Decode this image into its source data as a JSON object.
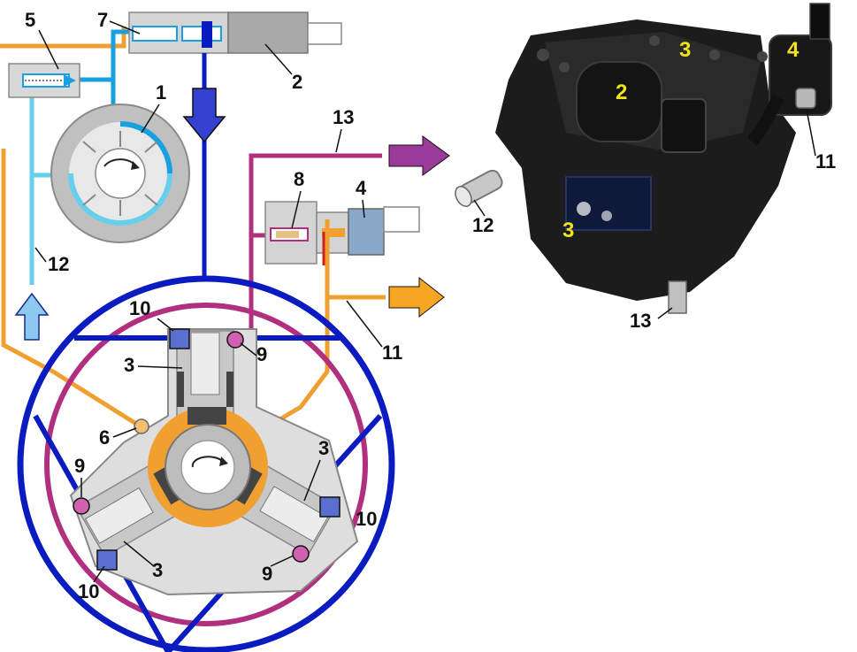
{
  "colors": {
    "low_pressure_blue": "#1aa0e0",
    "feed_cyan": "#66d0ec",
    "high_pressure_blue": "#0a1cc0",
    "return_orange": "#f0a030",
    "rail_magenta": "#b0307f",
    "arrow_high": "#3340d0",
    "arrow_rail": "#9a3a9a",
    "arrow_return": "#f6a623",
    "arrow_feed": "#8cc8f0",
    "pump_body": "#1c1c1c",
    "photo_label": "#f2e21a"
  },
  "icons": {
    "down_arrow": "down-arrow-icon",
    "right_arrow": "right-arrow-icon",
    "up_arrow": "up-arrow-icon",
    "rotation": "rotation-arrow-icon"
  },
  "labels": {
    "n1": "1",
    "n2": "2",
    "n3a": "3",
    "n3b": "3",
    "n3c": "3",
    "n4": "4",
    "n5": "5",
    "n6": "6",
    "n7": "7",
    "n8": "8",
    "n9a": "9",
    "n9b": "9",
    "n9c": "9",
    "n10a": "10",
    "n10b": "10",
    "n10c": "10",
    "n11": "11",
    "n12": "12",
    "n13": "13"
  },
  "photo_labels": {
    "n2": "2",
    "n3a": "3",
    "n3b": "3",
    "n4": "4",
    "n11": "11",
    "n12": "12",
    "n13": "13"
  }
}
